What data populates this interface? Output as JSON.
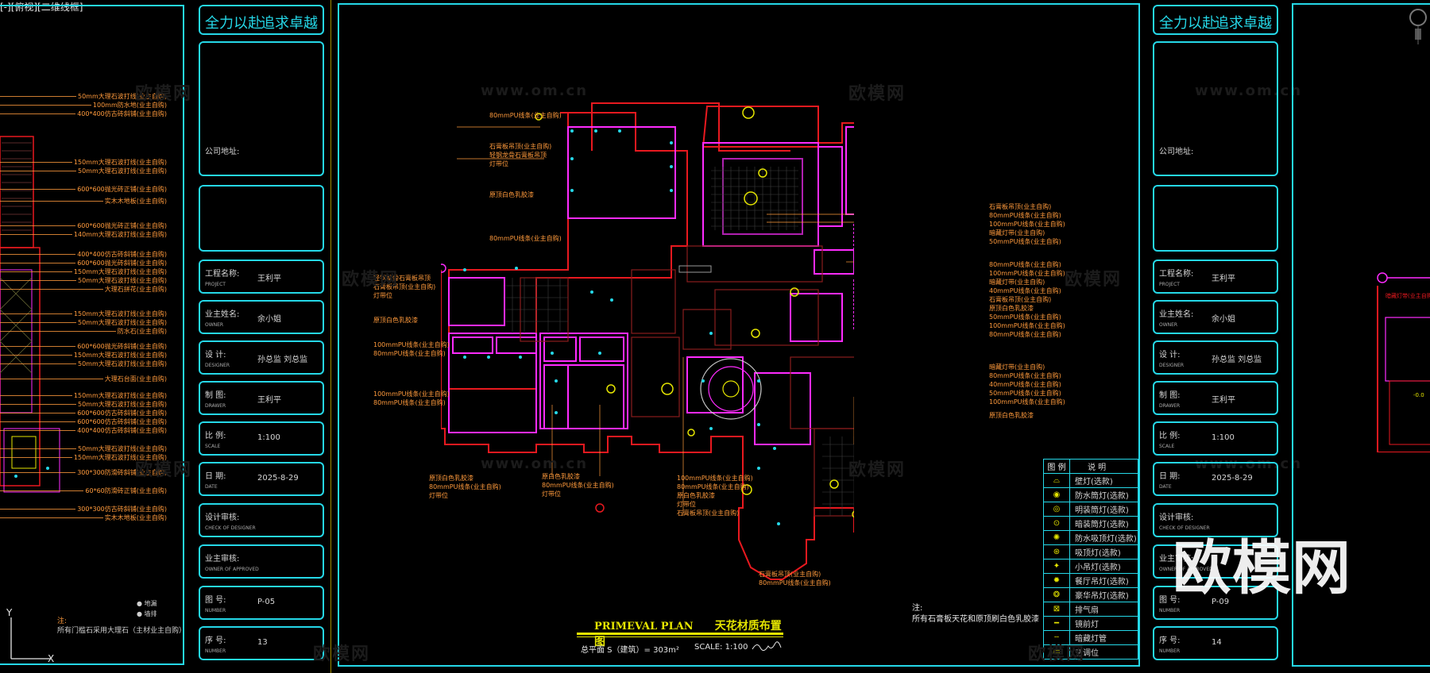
{
  "window": {
    "title": "[-][俯视][二维线框]"
  },
  "colors": {
    "frame": "#25d8e8",
    "wall": "#e8191f",
    "ceiling": "#ff2bff",
    "note": "#ff9a3c",
    "title_bar": "#e5e500"
  },
  "title_block": {
    "slogan_left": "全力以赴",
    "slogan_right": "追求卓越",
    "company_label": "公司地址:",
    "rows": [
      {
        "label": "工程名称:",
        "sub": "PROJECT",
        "value": "王利平"
      },
      {
        "label": "业主姓名:",
        "sub": "OWNER",
        "value": "余小姐"
      },
      {
        "label": "设    计:",
        "sub": "DESIGNER",
        "value": "孙总监 刘总监"
      },
      {
        "label": "制    图:",
        "sub": "DRAWER",
        "value": "王利平"
      },
      {
        "label": "比    例:",
        "sub": "SCALE",
        "value": "1:100"
      },
      {
        "label": "日    期:",
        "sub": "DATE",
        "value": "2025-8-29"
      },
      {
        "label": "设计审核:",
        "sub": "CHECK OF DESIGNER",
        "value": ""
      },
      {
        "label": "业主审核:",
        "sub": "OWNER OF APPROVED",
        "value": ""
      },
      {
        "label": "图    号:",
        "sub": "NUMBER",
        "value": "P-05"
      },
      {
        "label": "序    号:",
        "sub": "NUMBER",
        "value": "13"
      }
    ],
    "right_rows": [
      {
        "label": "工程名称:",
        "sub": "PROJECT",
        "value": "王利平"
      },
      {
        "label": "业主姓名:",
        "sub": "OWNER",
        "value": "余小姐"
      },
      {
        "label": "设    计:",
        "sub": "DESIGNER",
        "value": "孙总监 刘总监"
      },
      {
        "label": "制    图:",
        "sub": "DRAWER",
        "value": "王利平"
      },
      {
        "label": "比    例:",
        "sub": "SCALE",
        "value": "1:100"
      },
      {
        "label": "日    期:",
        "sub": "DATE",
        "value": "2025-8-29"
      },
      {
        "label": "设计审核:",
        "sub": "CHECK OF DESIGNER",
        "value": ""
      },
      {
        "label": "业主审核:",
        "sub": "OWNER OF APPROVED",
        "value": ""
      },
      {
        "label": "图    号:",
        "sub": "NUMBER",
        "value": "P-09"
      },
      {
        "label": "序    号:",
        "sub": "NUMBER",
        "value": "14"
      }
    ]
  },
  "plan": {
    "title_en": "PRIMEVAL PLAN",
    "title_cn": "天花材质布置图",
    "subtitle": "总平面 S（建筑）= 303m²",
    "scale": "SCALE: 1:100",
    "note_label": "注:",
    "note_text": "所有石膏板天花和原顶刷白色乳胶漆",
    "left_notes": [
      "石膏板吊顶(业主自购)",
      "轻钢龙骨石膏板吊顶",
      "灯带位",
      "原顶白色乳胶漆",
      "80mmPU线条(业主自购)"
    ],
    "right_notes": [
      "80mmPU线条(业主自购)",
      "100mmPU线条(业主自购)",
      "暗藏灯带(业主自购)",
      "石膏板吊顶(业主自购)",
      "原顶白色乳胶漆",
      "50mmPU线条(业主自购)",
      "40mmPU线条(业主自购)"
    ],
    "bottom_notes": [
      "原顶白色乳胶漆",
      "80mmPU线条(业主自购)",
      "灯带位",
      "原白色乳胶漆",
      "石膏板吊顶(业主自购)"
    ]
  },
  "legend": {
    "header_left": "图 例",
    "header_right": "说 明",
    "items": [
      {
        "icon": "wall-lamp-icon",
        "glyph": "⌓",
        "text": "壁灯(选款)"
      },
      {
        "icon": "downlight-icon",
        "glyph": "◉",
        "text": "防水筒灯(选款)"
      },
      {
        "icon": "recessed-light-icon",
        "glyph": "◎",
        "text": "明装筒灯(选款)"
      },
      {
        "icon": "spotlight-icon",
        "glyph": "⊙",
        "text": "暗装筒灯(选款)"
      },
      {
        "icon": "ceiling-lamp-icon",
        "glyph": "✺",
        "text": "防水吸顶灯(选款)"
      },
      {
        "icon": "ceiling-light-icon",
        "glyph": "⊛",
        "text": "吸顶灯(选款)"
      },
      {
        "icon": "pendant-icon",
        "glyph": "✦",
        "text": "小吊灯(选款)"
      },
      {
        "icon": "dining-pendant-icon",
        "glyph": "✹",
        "text": "餐厅吊灯(选款)"
      },
      {
        "icon": "chandelier-icon",
        "glyph": "❂",
        "text": "豪华吊灯(选款)"
      },
      {
        "icon": "exhaust-fan-icon",
        "glyph": "⊠",
        "text": "排气扇"
      },
      {
        "icon": "led-strip-icon",
        "glyph": "━",
        "text": "镜前灯"
      },
      {
        "icon": "hidden-strip-icon",
        "glyph": "┄",
        "text": "暗藏灯管"
      },
      {
        "icon": "ac-vent-icon",
        "glyph": "▭",
        "text": "空调位"
      }
    ]
  },
  "left_sheet": {
    "notes": [
      "50mm大理石波打线(业主自购)",
      "100mm防水地(业主自购)",
      "400*400仿古砖斜铺(业主自购)",
      "150mm大理石波打线(业主自购)",
      "50mm大理石波打线(业主自购)",
      "600*600抛光砖正铺(业主自购)",
      "实木木地板(业主自购)",
      "600*600抛光砖正铺(业主自购)",
      "140mm大理石波打线(业主自购)",
      "400*400仿古砖斜铺(业主自购)",
      "600*600抛光砖斜铺(业主自购)",
      "150mm大理石波打线(业主自购)",
      "50mm大理石波打线(业主自购)",
      "大理石拼花(业主自购)",
      "150mm大理石波打线(业主自购)",
      "50mm大理石波打线(业主自购)",
      "防水石(业主自购)",
      "600*600抛光砖斜铺(业主自购)",
      "150mm大理石波打线(业主自购)",
      "50mm大理石波打线(业主自购)",
      "大理石台面(业主自购)",
      "150mm大理石波打线(业主自购)",
      "50mm大理石波打线(业主自购)",
      "600*600仿古砖斜铺(业主自购)",
      "600*600仿古砖斜铺(业主自购)",
      "400*400仿古砖斜铺(业主自购)",
      "50mm大理石波打线(业主自购)",
      "150mm大理石波打线(业主自购)",
      "300*300防滑砖斜铺(业主自购)",
      "60*60防滑砖正铺(业主自购)",
      "300*300仿古砖斜铺(业主自购)",
      "实木木地板(业主自购)"
    ],
    "legend_a": "● 地漏",
    "legend_b": "● 墙排",
    "note_label": "注:",
    "note_text": "所有门槛石采用大理石（主材业主自购）"
  },
  "watermarks": {
    "site": "www.om.cn",
    "brand": "欧模网"
  }
}
